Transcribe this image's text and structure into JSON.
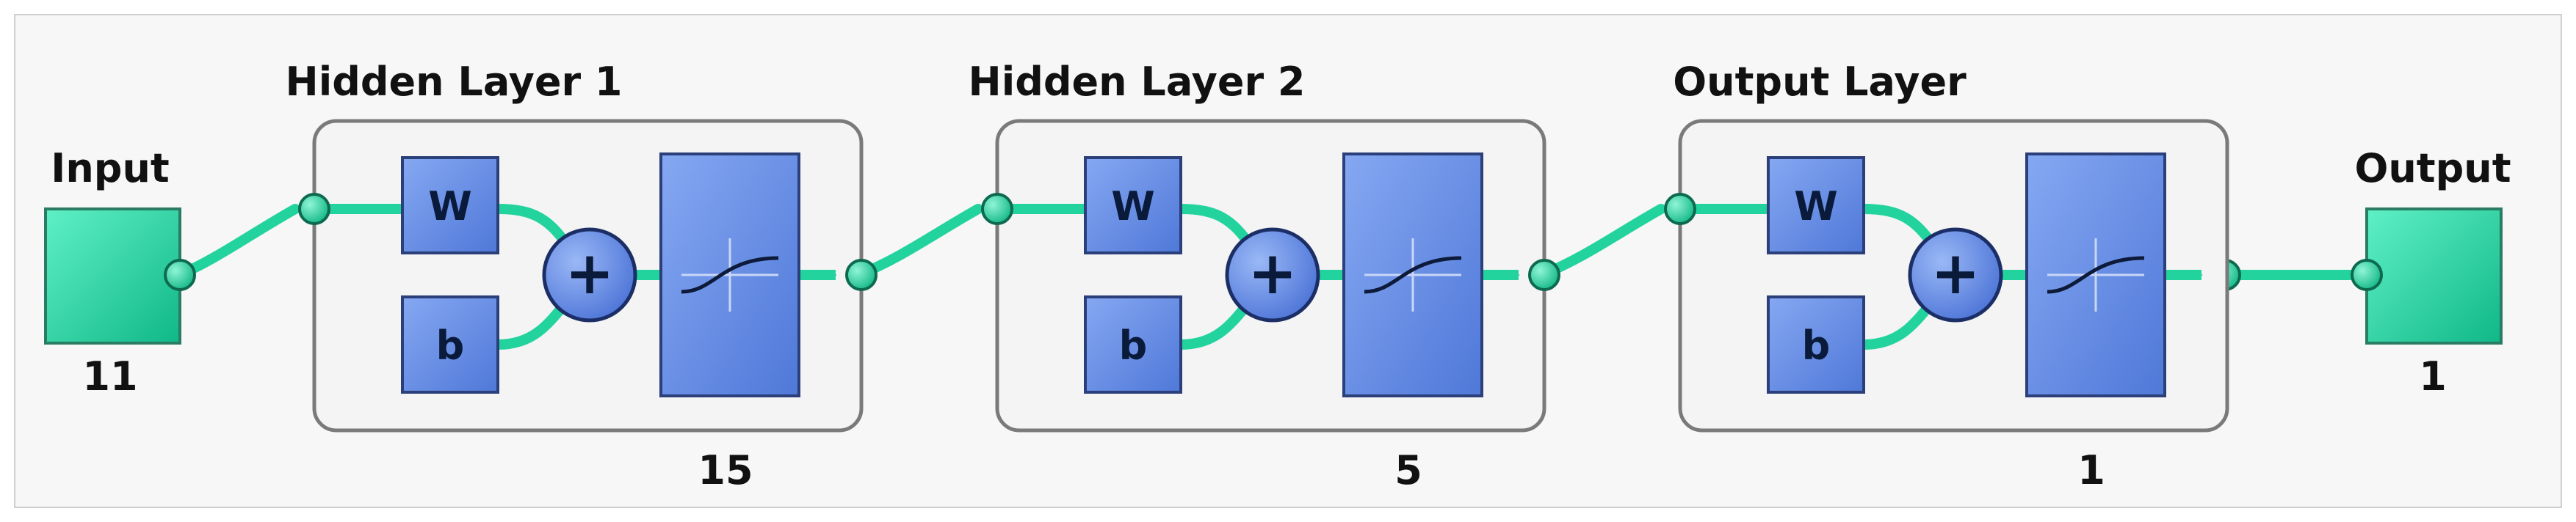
{
  "input": {
    "label": "Input",
    "size": "11"
  },
  "output": {
    "label": "Output",
    "size": "1"
  },
  "layers": [
    {
      "title": "Hidden Layer 1",
      "size": "15",
      "weight_label": "W",
      "bias_label": "b",
      "sum_symbol": "+"
    },
    {
      "title": "Hidden Layer 2",
      "size": "5",
      "weight_label": "W",
      "bias_label": "b",
      "sum_symbol": "+"
    },
    {
      "title": "Output Layer",
      "size": "1",
      "weight_label": "W",
      "bias_label": "b",
      "sum_symbol": "+"
    }
  ],
  "colors": {
    "io_fill": "#1fdba6",
    "block_fill": "#6a91e6",
    "connector": "#22d39d",
    "layer_box_fill": "#f4f4f4",
    "layer_box_stroke": "#7a7a7a"
  }
}
